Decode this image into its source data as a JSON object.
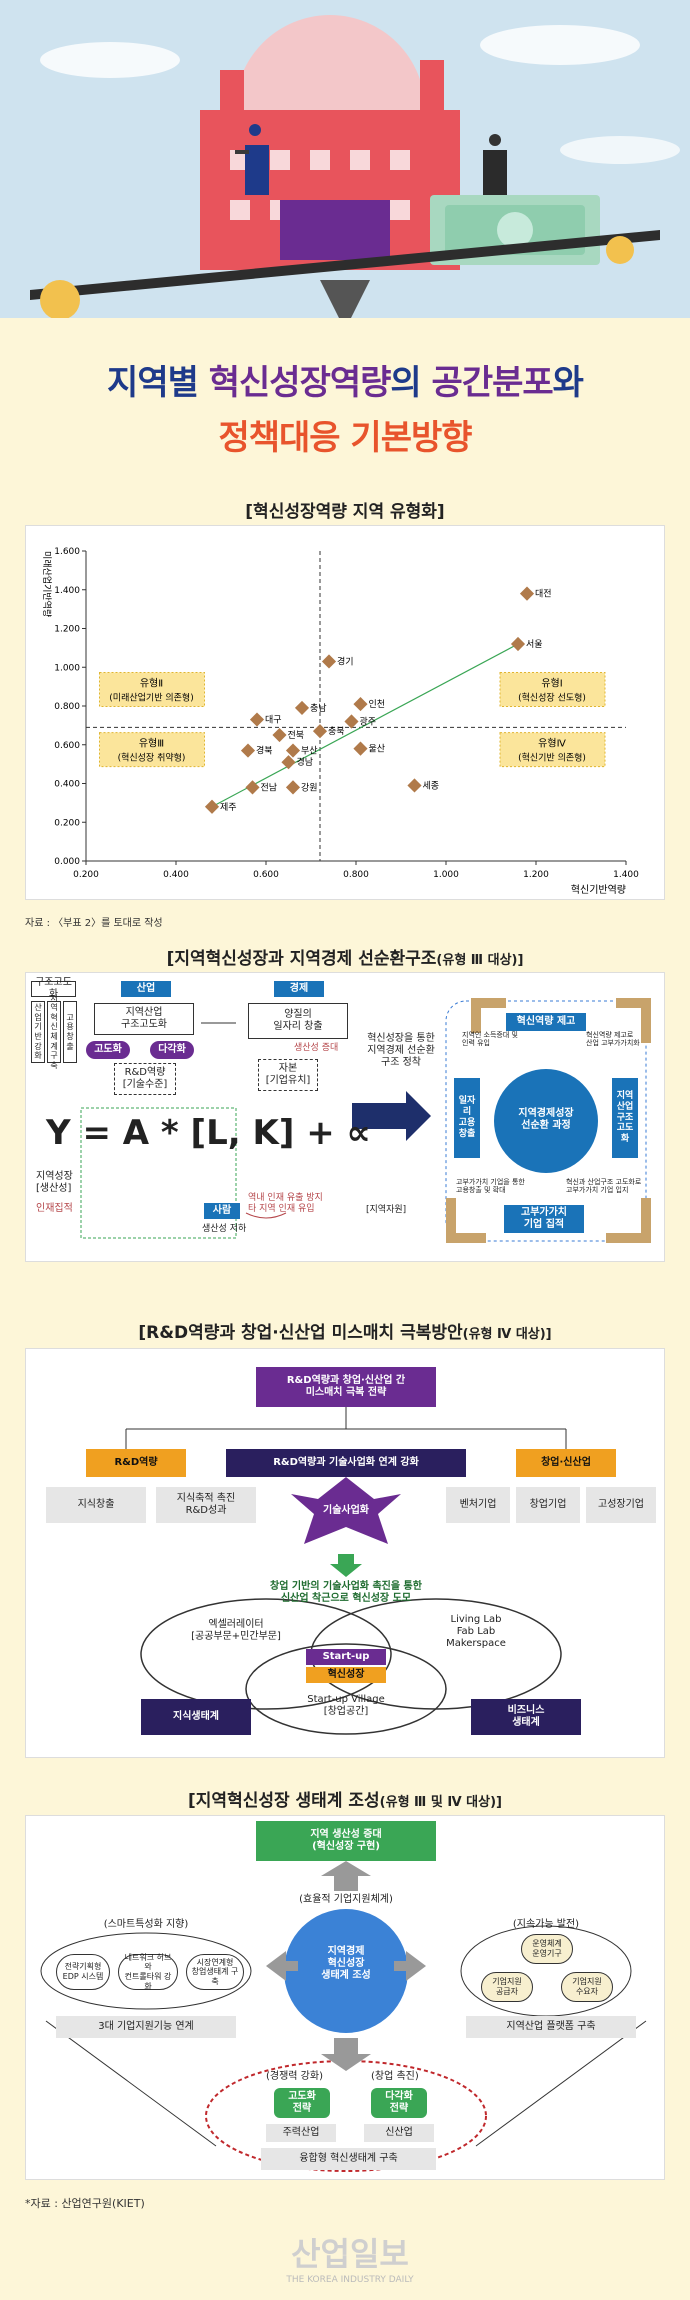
{
  "title": {
    "line1_a": "지역별 ",
    "line1_b": "혁신성장역량",
    "line1_c": "의 ",
    "line1_d": "공간분포",
    "line1_e": "와",
    "line2": "정책대응 기본방향"
  },
  "colors": {
    "navy": "#1e3a8a",
    "purple": "#6a2c91",
    "orange": "#e8542c",
    "yellow": "#f7d774",
    "green": "#3aa655",
    "blue": "#1a73b8"
  },
  "section1": {
    "heading": "[혁신성장역량 지역 유형화]",
    "source": "자료 : 〈부표 2〉를 토대로 작성"
  },
  "chart_data": {
    "type": "scatter",
    "ylabel": "미래산업기반역량",
    "xlabel": "혁신기반역량",
    "xlim": [
      0.2,
      1.4
    ],
    "ylim": [
      0,
      1.6
    ],
    "xticks": [
      "0.200",
      "0.400",
      "0.600",
      "0.800",
      "1.000",
      "1.200",
      "1.400"
    ],
    "yticks": [
      "0.000",
      "0.200",
      "0.400",
      "0.600",
      "0.800",
      "1.000",
      "1.200",
      "1.400",
      "1.600"
    ],
    "points": [
      {
        "label": "대전",
        "x": 1.18,
        "y": 1.38
      },
      {
        "label": "서울",
        "x": 1.16,
        "y": 1.12
      },
      {
        "label": "경기",
        "x": 0.74,
        "y": 1.03
      },
      {
        "label": "인천",
        "x": 0.81,
        "y": 0.81
      },
      {
        "label": "충남",
        "x": 0.68,
        "y": 0.79
      },
      {
        "label": "대구",
        "x": 0.58,
        "y": 0.73
      },
      {
        "label": "광주",
        "x": 0.79,
        "y": 0.72
      },
      {
        "label": "전북",
        "x": 0.63,
        "y": 0.65
      },
      {
        "label": "충북",
        "x": 0.72,
        "y": 0.67
      },
      {
        "label": "부산",
        "x": 0.66,
        "y": 0.57
      },
      {
        "label": "경북",
        "x": 0.56,
        "y": 0.57
      },
      {
        "label": "울산",
        "x": 0.81,
        "y": 0.58
      },
      {
        "label": "경남",
        "x": 0.65,
        "y": 0.51
      },
      {
        "label": "세종",
        "x": 0.93,
        "y": 0.39
      },
      {
        "label": "전남",
        "x": 0.57,
        "y": 0.38
      },
      {
        "label": "강원",
        "x": 0.66,
        "y": 0.38
      },
      {
        "label": "제주",
        "x": 0.48,
        "y": 0.28
      }
    ],
    "quadrants": [
      {
        "name": "유형Ⅱ",
        "desc": "(미래산업기반 의존형)"
      },
      {
        "name": "유형Ⅰ",
        "desc": "(혁신성장 선도형)"
      },
      {
        "name": "유형Ⅲ",
        "desc": "(혁신성장 취약형)"
      },
      {
        "name": "유형Ⅳ",
        "desc": "(혁신기반 의존형)"
      }
    ]
  },
  "section2": {
    "heading_a": "[지역혁신성장과 지역경제 선순환구조",
    "heading_b": "(유형 Ⅲ 대상)]",
    "upgrade": "구조고도화",
    "vert1": "산업기반강화",
    "vert2": "지역혁신체계구축",
    "vert3": "고용창출",
    "industry": "산업",
    "industry_box": "지역산업\n구조고도화",
    "high": "고도화",
    "diverse": "다각화",
    "rnd": "R&D역량\n[기술수준]",
    "economy": "경제",
    "jobs": "양질의\n일자리 창출",
    "capital": "자본\n[기업유치]",
    "prod_up": "생산성 증대",
    "policy": "혁신성장을 통한\n지역경제 선순환\n구조 정착",
    "formula": "Y = A * [L, K] + ∝",
    "growth": "지역성장\n[생산성]",
    "talent": "인재집적",
    "people": "사람",
    "prod_down": "생산성 저하",
    "outflow": "역내 인재 유출 방지\n타 지역 인재 유입",
    "resource": "[지역자원]",
    "cycle_center": "지역경제성장\n선순환 과정",
    "cycle_top": "혁신역량 제고",
    "cycle_right": "지역산업\n구조고도화",
    "cycle_bottom": "고부가가치\n기업 집적",
    "cycle_left": "일자리\n고용창출",
    "note_tl": "지역인 소득증대 및\n인력 유입",
    "note_tr": "혁신역량 제고로\n산업 고부가가치화",
    "note_bl": "고부가가치 기업을 통한\n고용창출 및 확대",
    "note_br": "혁신과 산업구조 고도화로\n고부가가치 기업 입지"
  },
  "section3": {
    "heading_a": "[R&D역량과 창업·신산업 미스매치 극복방안",
    "heading_b": "(유형 Ⅳ 대상)]",
    "top": "R&D역량과 창업·신산업 간\n미스매치 극복 전략",
    "rnd": "R&D역량",
    "link": "R&D역량과 기술사업화 연계 강화",
    "startup": "창업·신산업",
    "k1": "지식창출",
    "k2": "지식축적 촉진\nR&D성과",
    "s1": "벤처기업",
    "s2": "창업기업",
    "s3": "고성장기업",
    "comm": "기술사업화",
    "growth_txt": "창업 기반의 기술사업화 촉진을 통한\n신산업 착근으로 혁신성장 도모",
    "acc": "엑셀러레이터\n[공공부문+민간부문]",
    "lab": "Living Lab\nFab Lab\nMakerspace",
    "startup_lbl": "Start-up",
    "innov": "혁신성장",
    "village": "Start-up Village\n[창업공간]",
    "know_eco": "지식생태계",
    "biz_eco": "비즈니스\n생태계"
  },
  "section4": {
    "heading_a": "[지역혁신성장 생태계 조성",
    "heading_b": "(유형 Ⅲ 및 Ⅳ 대상)]",
    "top": "지역 생산성 증대\n(혁신성장 구현)",
    "efficient": "(효율적 기업지원체계)",
    "center": "지역경제\n혁신성장\n생태계 조성",
    "smart": "(스마트특성화 지향)",
    "c1": "전략기획형\nEDP 시스템",
    "c2": "네트워크 허브와\n컨트롤타워 강화",
    "c3": "시장연계형\n창업생태계 구축",
    "left_bar": "3대 기업지원기능 연계",
    "sustain": "(지속가능 발전)",
    "r1": "운영체계\n운영기구",
    "r2": "기업지원\n공급자",
    "r3": "기업지원\n수요자",
    "right_bar": "지역산업 플랫폼 구축",
    "comp": "(경쟁력 강화)",
    "found": "(창업 촉진)",
    "g1": "고도화\n전략",
    "g2": "다각화\n전략",
    "main_ind": "주력산업",
    "new_ind": "신산업",
    "bottom_bar": "융합형 혁신생태계 구축"
  },
  "footer": {
    "source": "*자료 : 산업연구원(KIET)",
    "logo": "산업일보",
    "logo_en": "THE KOREA INDUSTRY DAILY"
  }
}
